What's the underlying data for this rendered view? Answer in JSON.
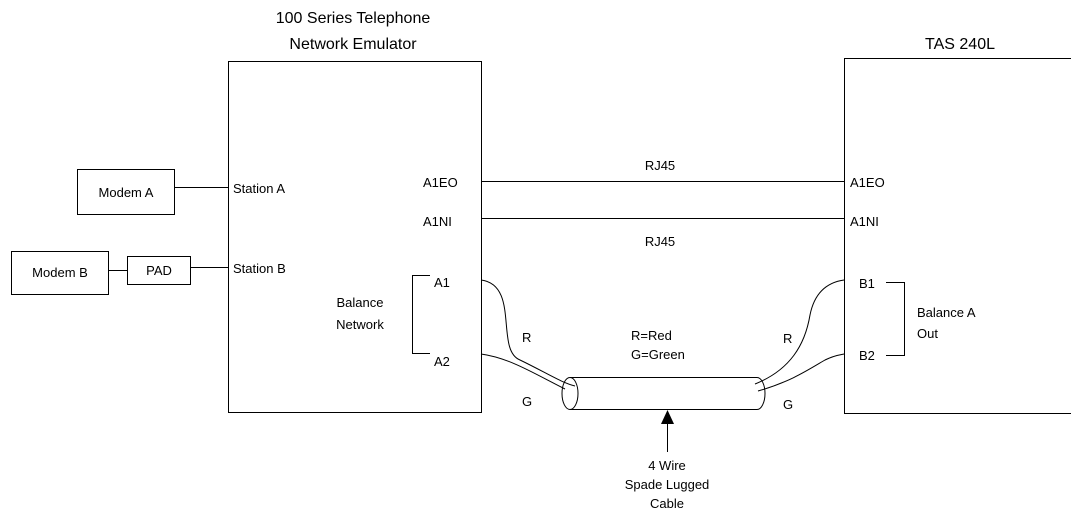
{
  "emulator": {
    "title_line1": "100 Series Telephone",
    "title_line2": "Network Emulator",
    "station_a": "Station A",
    "station_b": "Station B",
    "port_a1eo": "A1EO",
    "port_a1ni": "A1NI",
    "port_a1": "A1",
    "port_a2": "A2",
    "balance_line1": "Balance",
    "balance_line2": "Network"
  },
  "tas": {
    "title": "TAS 240L",
    "port_a1eo": "A1EO",
    "port_a1ni": "A1NI",
    "port_b1": "B1",
    "port_b2": "B2",
    "balance_line1": "Balance A",
    "balance_line2": "Out"
  },
  "modem_a": {
    "label": "Modem A"
  },
  "modem_b": {
    "label": "Modem B"
  },
  "pad": {
    "label": "PAD"
  },
  "cables": {
    "rj45_top": "RJ45",
    "rj45_bottom": "RJ45",
    "wire_r_left": "R",
    "wire_g_left": "G",
    "wire_r_right": "R",
    "wire_g_right": "G",
    "legend_red": "R=Red",
    "legend_green": "G=Green",
    "cable_note_line1": "4 Wire",
    "cable_note_line2": "Spade Lugged",
    "cable_note_line3": "Cable"
  }
}
